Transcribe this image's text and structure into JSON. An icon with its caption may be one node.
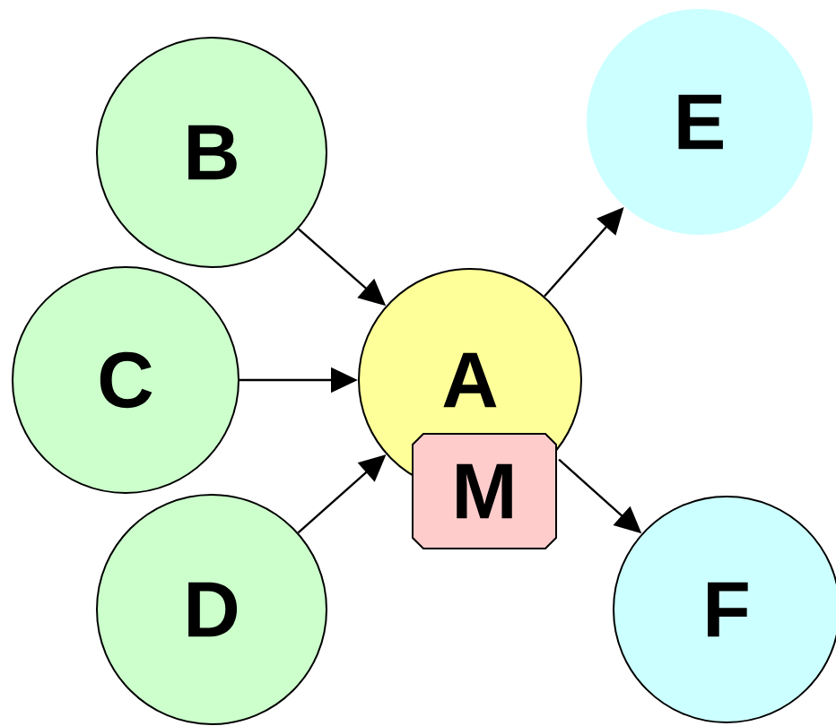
{
  "diagram": {
    "nodes": [
      {
        "text": [
          "A"
        ]
      },
      {
        "text": [
          "B"
        ]
      },
      {
        "text": [
          "C"
        ]
      },
      {
        "text": [
          "D"
        ]
      },
      {
        "text": [
          "E"
        ]
      },
      {
        "text": [
          "F"
        ]
      },
      {
        "text": [
          "M"
        ]
      }
    ],
    "edges": [
      {
        "from": 1,
        "to": 0,
        "arrow": "to"
      },
      {
        "from": 2,
        "to": 0,
        "arrow": "to"
      },
      {
        "from": 3,
        "to": 0,
        "arrow": "to"
      },
      {
        "from": 0,
        "to": 4,
        "arrow": "to"
      },
      {
        "from": 0,
        "to": 5,
        "arrow": "to"
      }
    ]
  }
}
